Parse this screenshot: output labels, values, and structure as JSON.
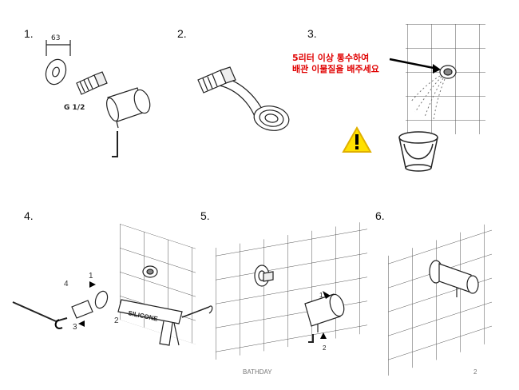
{
  "steps": [
    {
      "number": "1."
    },
    {
      "number": "2."
    },
    {
      "number": "3."
    },
    {
      "number": "4."
    },
    {
      "number": "5."
    },
    {
      "number": "6."
    }
  ],
  "step1": {
    "dimension": "63",
    "thread": "G 1/2"
  },
  "step3": {
    "warning_line1": "5리터 이상 통수하여",
    "warning_line2": "배관 이물질을 배주세요"
  },
  "step4": {
    "callouts": [
      "4",
      "1",
      "3",
      "2"
    ],
    "silicone_label": "SILICONE"
  },
  "step5": {
    "callouts": [
      "1",
      "2"
    ]
  },
  "footer": {
    "brand": "BATHDAY",
    "page": "2"
  },
  "colors": {
    "warning_text": "#e00000",
    "caution_fill": "#ffe000",
    "line": "#222222"
  },
  "icons": [
    "caution-triangle-icon",
    "bucket-icon",
    "allen-key-icon",
    "teflon-tape-icon",
    "silicone-gun-icon"
  ]
}
